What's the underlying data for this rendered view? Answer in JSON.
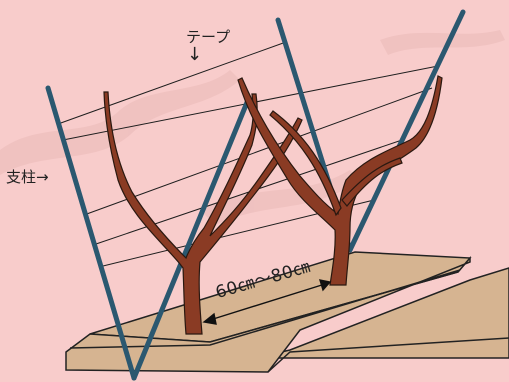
{
  "labels": {
    "tape": "テープ",
    "tape_arrow": "↓",
    "post": "支柱→",
    "distance": "60㎝～80㎝"
  },
  "colors": {
    "background": "#f8cccb",
    "ground": "#d6b491",
    "post": "#2b5870",
    "trunk": "#8a3b24",
    "wire": "#1e1e1e"
  }
}
